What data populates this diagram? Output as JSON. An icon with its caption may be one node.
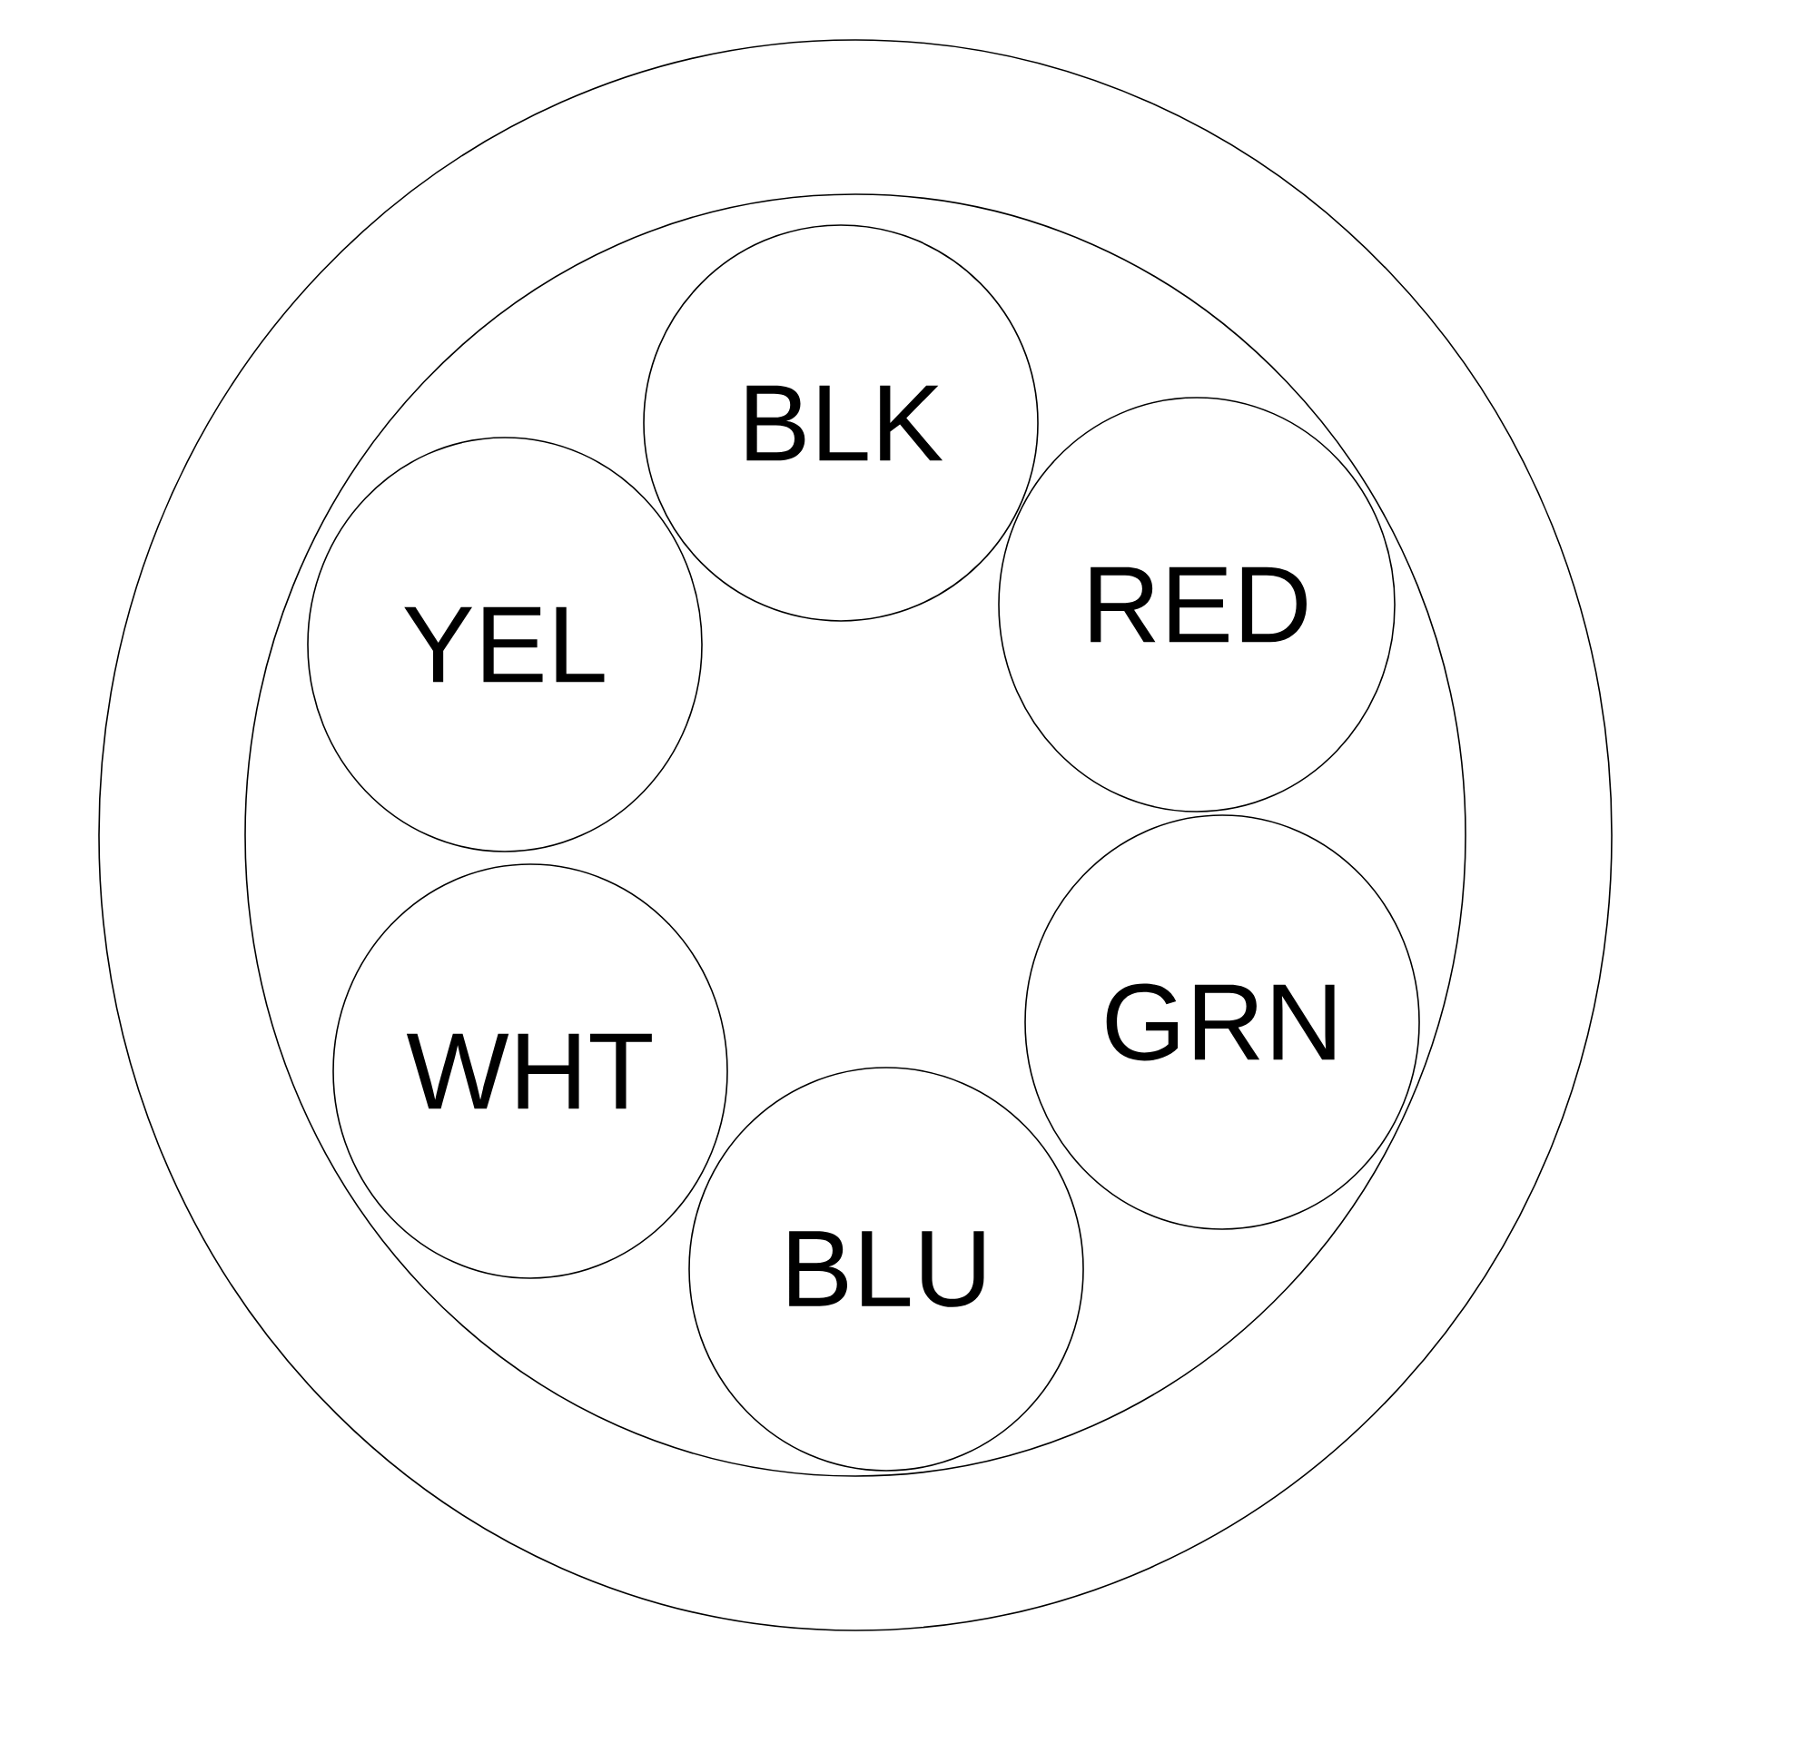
{
  "diagram": {
    "nodes": [
      {
        "text": [],
        "shape": "circle"
      },
      {
        "text": [],
        "shape": "circle",
        "in": 0
      },
      {
        "text": [
          "BLK"
        ],
        "in": 1
      },
      {
        "text": [
          "RED"
        ],
        "in": 1
      },
      {
        "text": [
          "GRN"
        ],
        "in": 1
      },
      {
        "text": [
          "BLU"
        ],
        "in": 1
      },
      {
        "text": [
          "WHT"
        ],
        "in": 1
      },
      {
        "text": [
          "YEL"
        ],
        "in": 1
      }
    ]
  }
}
